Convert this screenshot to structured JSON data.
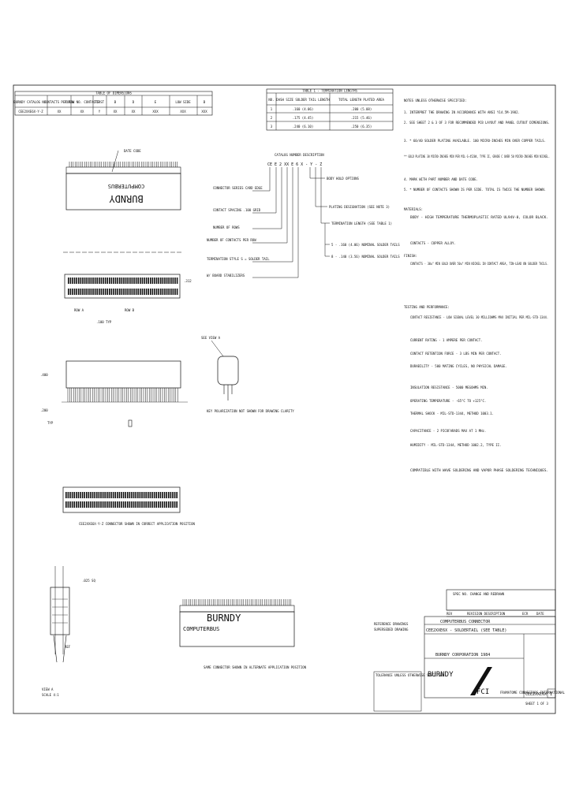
{
  "table_dims": {
    "title": "TABLE OF DIMENSIONS",
    "headers": [
      "BURNDY CATALOG NO.",
      "CONTACTS PER ROW",
      "TOTAL NO. CONTACTS",
      "FIRST",
      "B",
      "D",
      "E",
      "LOW SIDE",
      "B"
    ],
    "row": [
      "CEE2XXE6X-Y-Z",
      "XX",
      "XX",
      "Y",
      "XX",
      "XX",
      "XXX",
      "XXX",
      "XXX"
    ]
  },
  "table_term": {
    "title": "TABLE 1 - TERMINATION LENGTHS",
    "headers": [
      "NO.",
      "DASH SIZE SOLDER TAIL LENGTH",
      "TOTAL LENGTH PLATED AREA"
    ],
    "rows": [
      [
        "1",
        ".160 (4.06)",
        ".200 (5.08)"
      ],
      [
        "2",
        ".175 (4.45)",
        ".215 (5.46)"
      ],
      [
        "3",
        ".240 (6.10)",
        ".250 (6.35)"
      ]
    ]
  },
  "notes": {
    "header": "NOTES UNLESS OTHERWISE SPECIFIED:",
    "items": [
      "1.  INTERPRET THE DRAWING IN ACCORDANCE WITH ANSI Y14.5M-1982.",
      "2.  SEE SHEET 2 & 3 OF 3 FOR RECOMMENDED PCB LAYOUT AND PANEL CUTOUT DIMENSIONS.",
      "3.  * 60/40 SOLDER PLATING AVAILABLE. 100 MICRO-INCHES MIN OVER COPPER TAILS.",
      "    ** GOLD PLATING 30 MICRO-INCHES MIN PER MIL-G-45204, TYPE II, GRADE C OVER 50 MICRO-INCHES MIN NICKEL.",
      "4.  MARK WITH PART NUMBER AND DATE CODE.",
      "5.  * NUMBER OF CONTACTS SHOWN IS PER SIDE. TOTAL IS TWICE THE NUMBER SHOWN."
    ],
    "materials_header": "MATERIALS:",
    "materials": [
      "BODY - HIGH TEMPERATURE THERMOPLASTIC RATED UL94V-0, COLOR BLACK.",
      "CONTACTS - COPPER ALLOY."
    ],
    "finish_header": "FINISH:",
    "finish": "CONTACTS - 30u\" MIN GOLD OVER 50u\" MIN NICKEL IN CONTACT AREA, TIN-LEAD ON SOLDER TAILS.",
    "testing_header": "TESTING AND PERFORMANCE:",
    "testing": [
      "CONTACT RESISTANCE - LOW SIGNAL LEVEL 30 MILLIOHMS MAX INITIAL PER MIL-STD-1344.",
      "CURRENT RATING - 1 AMPERE PER CONTACT.",
      "CONTACT RETENTION FORCE - 3 LBS MIN PER CONTACT.",
      "DURABILITY - 500 MATING CYCLES, NO PHYSICAL DAMAGE.",
      "INSULATION RESISTANCE - 5000 MEGOHMS MIN.",
      "OPERATING TEMPERATURE - -65°C TO +125°C.",
      "THERMAL SHOCK - MIL-STD-1344, METHOD 1003.1.",
      "CAPACITANCE - 2 PICOFARADS MAX AT 1 MHz.",
      "HUMIDITY - MIL-STD-1344, METHOD 1002.2, TYPE II.",
      "COMPATIBLE WITH WAVE SOLDERING AND VAPOR PHASE SOLDERING TECHNIQUES."
    ]
  },
  "catalog": {
    "title": "CATALOG NUMBER DESCRIPTION",
    "code": "CE E 2 XX E 6 X - Y - Z",
    "labels": [
      "CONNECTOR SERIES CARD EDGE",
      "CONTACT SPACING .100 GRID",
      "NUMBER OF ROWS",
      "NUMBER OF CONTACTS PER ROW",
      "TERMINATION STYLE S = SOLDER TAIL",
      "W/ BOARD STABILIZERS",
      "BODY HOLD OPTIONS",
      "PLATING DESIGNATION (SEE NOTE 3)",
      "TERMINATION LENGTH (SEE TABLE 1)"
    ],
    "notes": [
      "5 - .160 (4.06) NOMINAL SOLDER TAILS",
      "8 - .140 (3.56) NOMINAL SOLDER TAILS"
    ]
  },
  "views": {
    "date_code": "DATE CODE",
    "front_brand": "BURNDY",
    "front_sub": "COMPUTERBUS",
    "row_a": "ROW A",
    "row_b": "ROW B",
    "section": "SEE VIEW A",
    "caption_1": "CEE2XXE6X-Y-Z CONNECTOR SHOWN IN CORRECT APPLICATION POSITION",
    "caption_2": "SAME CONNECTOR SHOWN IN ALTERNATE APPLICATION POSITION",
    "polarize": "KEY POLARIZATION NOT SHOWN FOR DRAWING CLARITY",
    "view_label": "VIEW A",
    "scale": "SCALE 4:1",
    "dims": [
      ".100 TYP",
      ".312",
      ".400",
      ".200",
      "TYP",
      ".025 SQ",
      "REF"
    ]
  },
  "title_block": {
    "revision_text": "SPEC NO. CHANGE AND REDRAWN",
    "rev": "REV",
    "rev_desc": "REVISION DESCRIPTION",
    "ecr": "ECR",
    "date": "DATE",
    "title_1": "COMPUTERBUS CONNECTOR",
    "title_2": "CEE2XXE6X - SOLDERTAIL (SEE TABLE)",
    "company": "BURNDY CORPORATION 1984",
    "logo_letters": "FCI",
    "brand": "BURNDY",
    "dwg_no": "CEE2XXE6X",
    "size": "1",
    "sheet": "SHEET 1 OF 3",
    "tolerance_header": "TOLERANCE UNLESS OTHERWISE SPECIFIED",
    "reference": "REFERENCE DRAWINGS",
    "superseded": "SUPERSEDED DRAWING",
    "fci_caption": "FRAMATOME CONNECTORS INTERNATIONAL"
  }
}
